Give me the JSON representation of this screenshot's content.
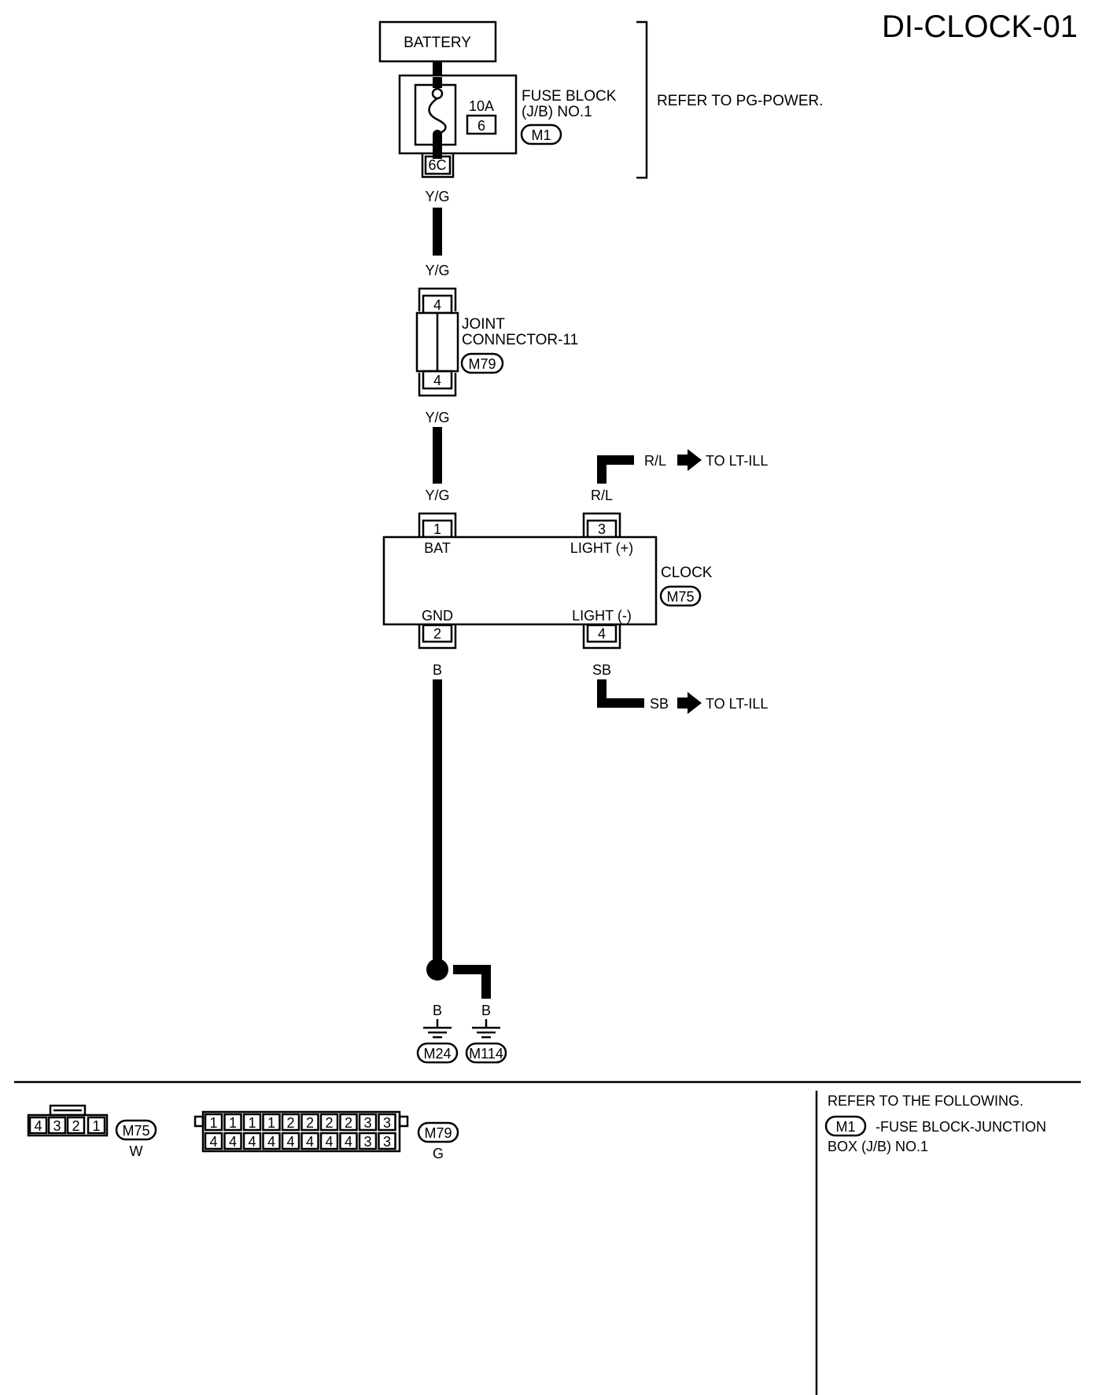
{
  "page_code": "DI-CLOCK-01",
  "battery": {
    "label": "BATTERY"
  },
  "fuse_block": {
    "name_line1": "FUSE BLOCK",
    "name_line2": "(J/B) NO.1",
    "connector": "M1",
    "amperage": "10A",
    "fuse_number": "6",
    "terminal": "6C"
  },
  "refer_power": "REFER TO PG-POWER.",
  "joint_connector": {
    "name_line1": "JOINT",
    "name_line2": "CONNECTOR-11",
    "connector": "M79",
    "pin_in": "4",
    "pin_out": "4"
  },
  "wires": {
    "yg_1": "Y/G",
    "yg_2": "Y/G",
    "yg_3": "Y/G",
    "yg_4": "Y/G",
    "rl_pin": "R/L",
    "rl_arrow": "R/L",
    "sb_pin": "SB",
    "sb_arrow": "SB",
    "b_main": "B",
    "b_ground1": "B",
    "b_ground2": "B"
  },
  "to_lt_ill_1": "TO LT-ILL",
  "to_lt_ill_2": "TO LT-ILL",
  "clock": {
    "name": "CLOCK",
    "connector": "M75",
    "pin_bat": "1",
    "label_bat": "BAT",
    "pin_light_plus": "3",
    "label_light_plus": "LIGHT (+)",
    "pin_gnd": "2",
    "label_gnd": "GND",
    "pin_light_minus": "4",
    "label_light_minus": "LIGHT (-)"
  },
  "grounds": [
    "M24",
    "M114"
  ],
  "connector_views": {
    "m75": {
      "code": "M75",
      "color": "W",
      "pins": [
        "4",
        "3",
        "2",
        "1"
      ]
    },
    "m79": {
      "code": "M79",
      "color": "G",
      "top_row": [
        "1",
        "1",
        "1",
        "1",
        "2",
        "2",
        "2",
        "2",
        "3",
        "3"
      ],
      "bottom_row": [
        "4",
        "4",
        "4",
        "4",
        "4",
        "4",
        "4",
        "4",
        "3",
        "3"
      ]
    }
  },
  "reference": {
    "heading": "REFER TO THE FOLLOWING.",
    "connector": "M1",
    "line1": "-FUSE BLOCK-JUNCTION",
    "line2": "BOX (J/B) NO.1"
  }
}
